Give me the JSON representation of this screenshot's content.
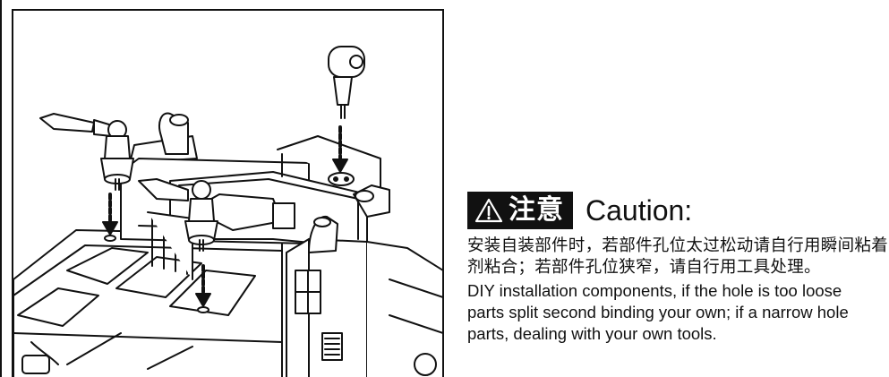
{
  "caution": {
    "label_cn": "注意",
    "label_en": "Caution:",
    "icon": "warning-triangle-icon",
    "text_cn": "安装自装部件时，若部件孔位太过松动请自行用瞬间粘着剂粘合；若部件孔位狭窄，请自行用工具处理。",
    "text_en": "DIY installation components, if the hole is too loose\nparts split second binding your own; if a narrow hole\nparts, dealing with your own tools."
  }
}
